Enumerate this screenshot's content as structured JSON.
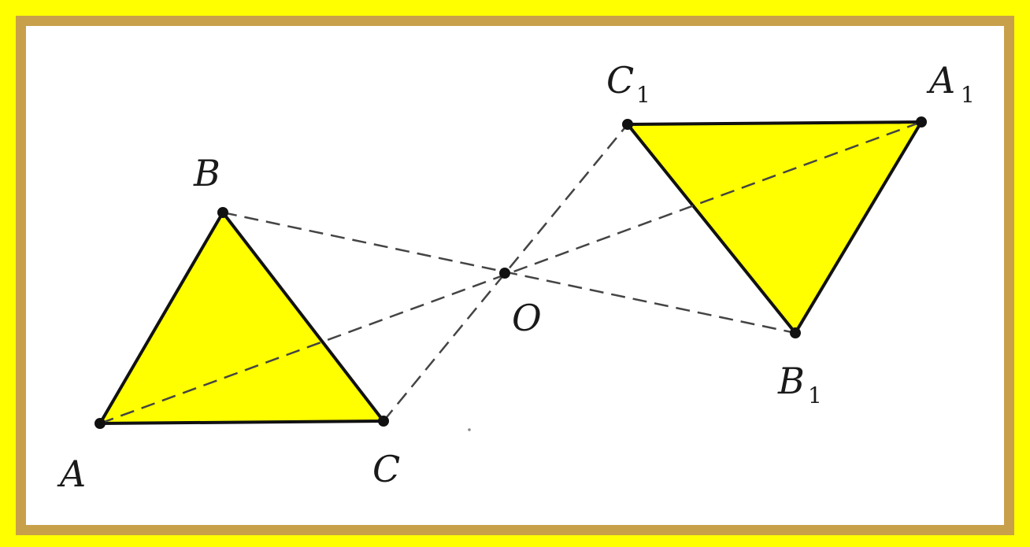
{
  "colors": {
    "outer_background": "#ffff00",
    "frame_border": "#c8a04a",
    "panel_background": "#ffffff",
    "triangle_fill": "#ffff00",
    "stroke": "#111111"
  },
  "points": {
    "A": {
      "label": "A",
      "subscript": ""
    },
    "B": {
      "label": "B",
      "subscript": ""
    },
    "C": {
      "label": "C",
      "subscript": ""
    },
    "O": {
      "label": "O",
      "subscript": ""
    },
    "A1": {
      "label": "A",
      "subscript": "1"
    },
    "B1": {
      "label": "B",
      "subscript": "1"
    },
    "C1": {
      "label": "C",
      "subscript": "1"
    }
  }
}
